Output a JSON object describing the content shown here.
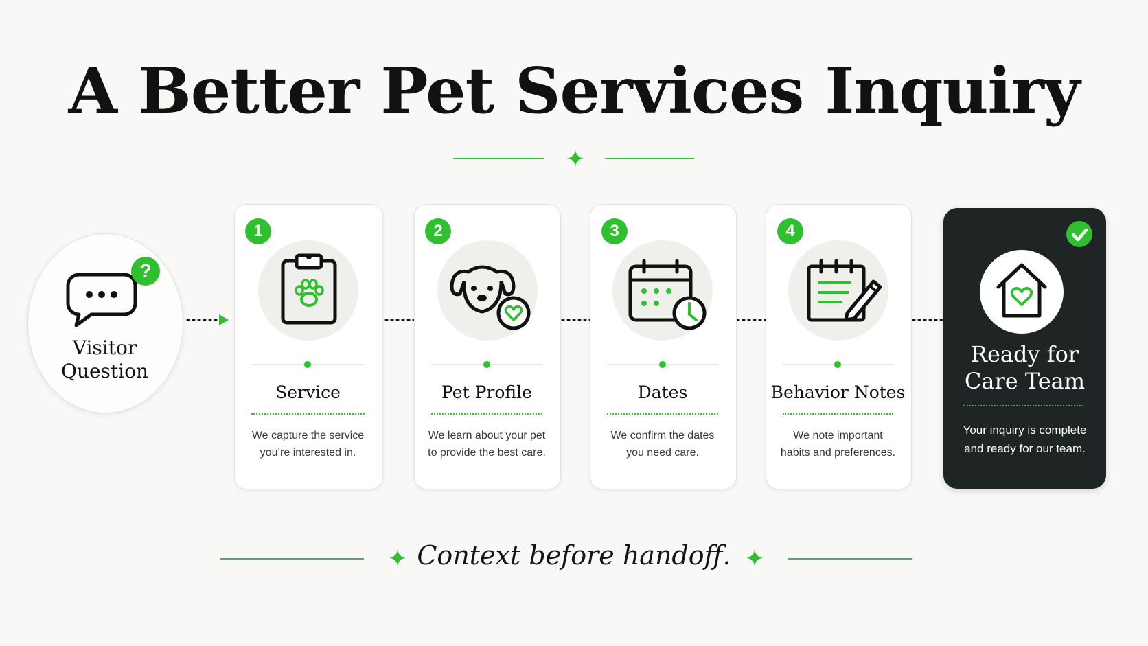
{
  "title": "A Better Pet Services Inquiry",
  "start": {
    "label_line1": "Visitor",
    "label_line2": "Question",
    "badge": "?",
    "icon": "speech-bubble-icon"
  },
  "steps": [
    {
      "number": "1",
      "title": "Service",
      "desc_line1": "We capture the service",
      "desc_line2": "you’re interested in.",
      "icon": "clipboard-paw-icon"
    },
    {
      "number": "2",
      "title": "Pet Profile",
      "desc_line1": "We learn about your pet",
      "desc_line2": "to provide the best care.",
      "icon": "dog-heart-icon"
    },
    {
      "number": "3",
      "title": "Dates",
      "desc_line1": "We confirm the dates",
      "desc_line2": "you need care.",
      "icon": "calendar-clock-icon"
    },
    {
      "number": "4",
      "title": "Behavior Notes",
      "desc_line1": "We note important",
      "desc_line2": "habits and preferences.",
      "icon": "notepad-pencil-icon"
    }
  ],
  "final": {
    "title_line1": "Ready for",
    "title_line2": "Care Team",
    "desc_line1": "Your inquiry is complete",
    "desc_line2": "and ready for our team.",
    "icon": "house-heart-icon",
    "badge_icon": "checkmark-icon"
  },
  "footer": {
    "text": "Context before handoff."
  },
  "colors": {
    "accent": "#2fbf2f",
    "dark_card": "#1f2524",
    "background": "#f8f8f6"
  }
}
